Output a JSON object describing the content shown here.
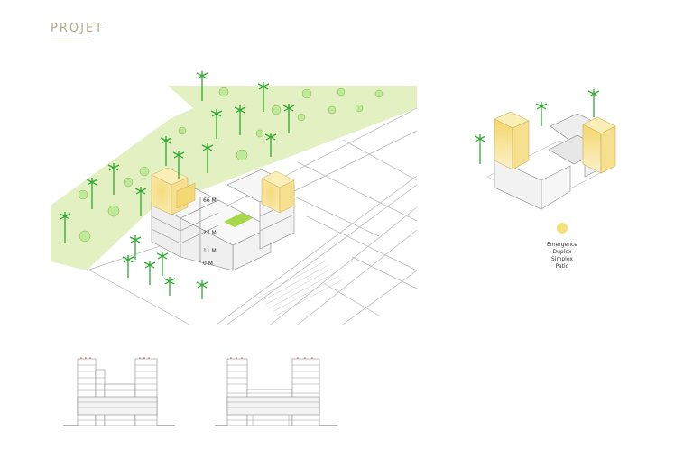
{
  "header": {
    "title": "PROJET"
  },
  "heights": [
    "66 M",
    "27 M",
    "11 M",
    "0 M"
  ],
  "legend": {
    "swatch_color": "#f3e27a",
    "items": [
      "Emergence",
      "Duplex",
      "Simplex",
      "Patio"
    ]
  },
  "colors": {
    "green_zone": "#e3f0c1",
    "palm": "#2fa831",
    "building_highlight": "#f5dc7c",
    "line": "#9a9a9a"
  }
}
